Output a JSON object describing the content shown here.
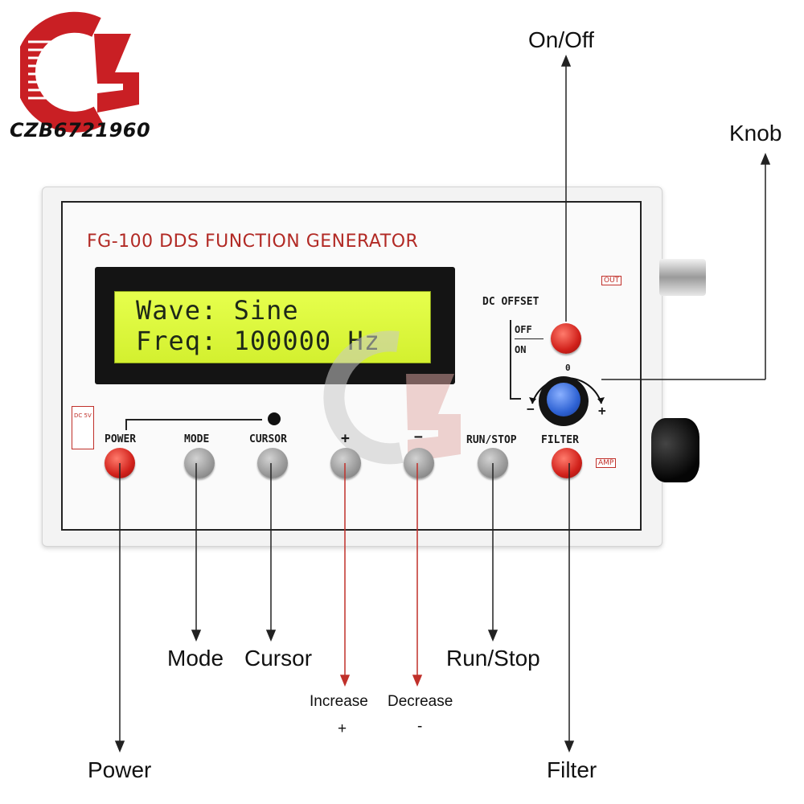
{
  "logo": {
    "text": "CZB6721960"
  },
  "device": {
    "title": "FG-100 DDS FUNCTION GENERATOR",
    "lcd": {
      "line1": "Wave: Sine",
      "line2": "Freq: 100000 Hz"
    },
    "dc_offset": {
      "label": "DC OFFSET",
      "off": "OFF",
      "on": "ON"
    },
    "knob": {
      "zero": "0",
      "minus": "−",
      "plus": "+"
    },
    "tags": {
      "out": "OUT",
      "amp": "AMP",
      "dc": "DC 5V"
    },
    "buttons": [
      {
        "label": "POWER"
      },
      {
        "label": "MODE"
      },
      {
        "label": "CURSOR"
      },
      {
        "label": "+"
      },
      {
        "label": "−"
      },
      {
        "label": "RUN/STOP"
      },
      {
        "label": "FILTER"
      }
    ]
  },
  "callouts": {
    "on_off": "On/Off",
    "knob": "Knob",
    "mode": "Mode",
    "cursor": "Cursor",
    "run_stop": "Run/Stop",
    "increase": "Increase",
    "increase_sign": "+",
    "decrease": "Decrease",
    "decrease_sign": "-",
    "power": "Power",
    "filter": "Filter"
  },
  "colors": {
    "accent_red": "#b22a25",
    "lcd": "#dff63c",
    "knob_blue": "#2f63d4"
  }
}
